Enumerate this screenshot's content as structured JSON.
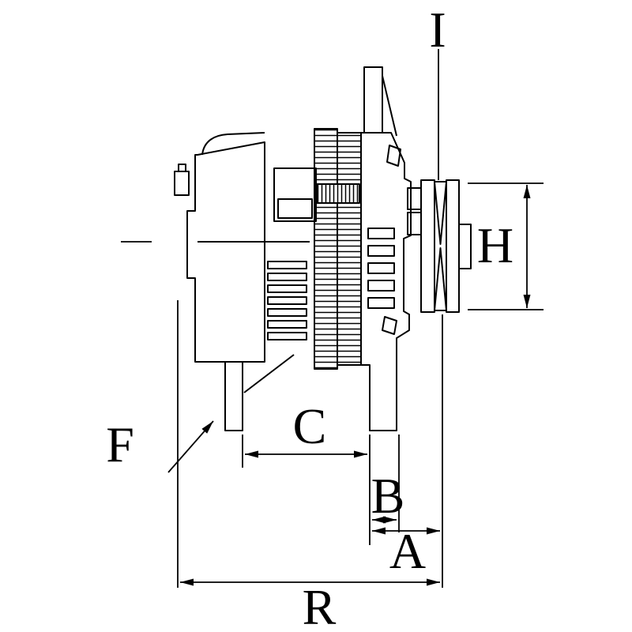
{
  "colors": {
    "line": "#000000",
    "background": "#ffffff"
  },
  "labels": {
    "I": "I",
    "H": "H",
    "F": "F",
    "C": "C",
    "B": "B",
    "A": "A",
    "R": "R"
  }
}
